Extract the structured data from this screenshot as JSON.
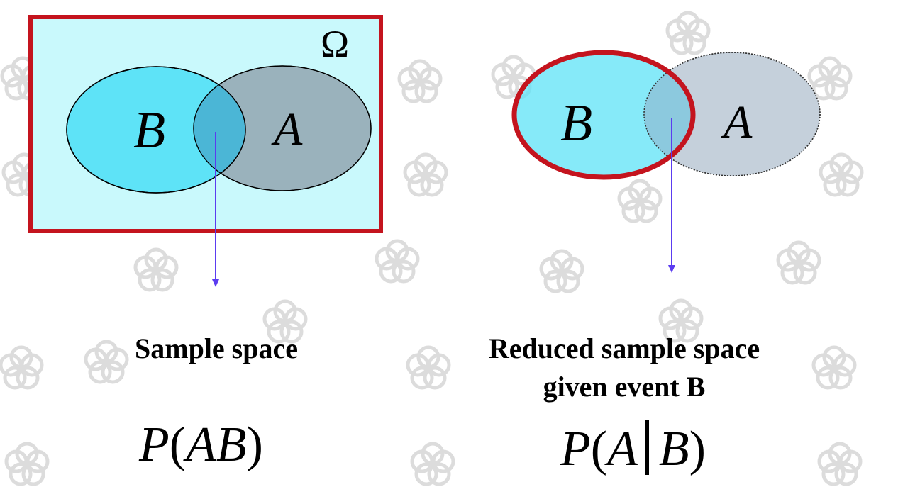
{
  "colors": {
    "sample_space_fill": "#c9f9fc",
    "frame_red": "#c4141e",
    "b_fill": "#5ee3f7",
    "a_fill_left": "#8a9aa7",
    "a_fill_right": "#c5d0db",
    "overlap_fill": "#4bb6d6",
    "arrow": "#5b3cf0",
    "background_flower": "#d9d9d9"
  },
  "left_diagram": {
    "omega": "Ω",
    "b_label": "B",
    "a_label": "A"
  },
  "right_diagram": {
    "b_label": "B",
    "a_label": "A"
  },
  "captions": {
    "left": "Sample space",
    "right_line1": "Reduced sample space",
    "right_line2": "given event B"
  },
  "formulas": {
    "left": {
      "p": "P",
      "open": "(",
      "args": "AB",
      "close": ")"
    },
    "right": {
      "p": "P",
      "open": "(",
      "arg1": "A",
      "arg2": "B",
      "close": ")"
    }
  }
}
